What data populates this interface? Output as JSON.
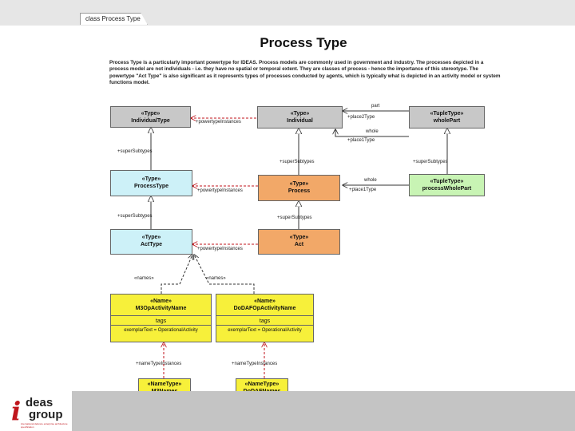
{
  "tab": {
    "label": "class Process Type"
  },
  "title": "Process Type",
  "description": "Process Type is a particularly important powertype for IDEAS. Process models are commonly used in government and industry. The processes depicted in a process model are not individuals - i.e. they have no spatial or temporal extent. They are classes of process - hence the importance of this stereotype. The powertype \"Act Type\" is also significant as it represents types of processes conducted by agents, which is typically what is depicted in an activity model or system functions model.",
  "boxes": {
    "individual_type": {
      "stereo": "«Type»",
      "name": "IndividualType"
    },
    "individual": {
      "stereo": "«Type»",
      "name": "Individual"
    },
    "whole_part": {
      "stereo": "«TupleType»",
      "name": "wholePart"
    },
    "process_type": {
      "stereo": "«Type»",
      "name": "ProcessType"
    },
    "process": {
      "stereo": "«Type»",
      "name": "Process"
    },
    "process_whole_part": {
      "stereo": "«TupleType»",
      "name": "processWholePart"
    },
    "act_type": {
      "stereo": "«Type»",
      "name": "ActType"
    },
    "act": {
      "stereo": "«Type»",
      "name": "Act"
    },
    "m3_name": {
      "stereo": "«Name»",
      "name": "M3OpActivityName",
      "section": "tags",
      "tag": "exemplarText = OperationalActivity"
    },
    "dodaf_name": {
      "stereo": "«Name»",
      "name": "DoDAFOpActivityName",
      "section": "tags",
      "tag": "exemplarText = OperationalActivity"
    },
    "m3_names": {
      "stereo": "«NameType»",
      "name": "M3Names"
    },
    "dodaf_names": {
      "stereo": "«NameType»",
      "name": "DoDAFNames"
    }
  },
  "labels": {
    "powertype1": "+powertypeInstances",
    "powertype2": "+powertypeInstances",
    "powertype3": "+powertypeInstances",
    "supersubtype1": "+superSubtypes",
    "supersubtype2": "+superSubtypes",
    "supersubtype3": "+superSubtypes",
    "supersubtype4": "+superSubtypes",
    "supersubtype5": "+superSubtypes",
    "part": "part",
    "place2type_a": "+place2Type",
    "whole_a": "whole",
    "place1type_a": "+place1Type",
    "whole_b": "whole",
    "place1type_b": "+place1Type",
    "names1": "«names»",
    "names2": "«names»",
    "nametype1": "+nameTypeInstances",
    "nametype2": "+nameTypeInstances"
  },
  "logo": {
    "initial": "i",
    "line1": "deas",
    "line2": "group",
    "tagline": "international defence enterprise architecture specification"
  }
}
